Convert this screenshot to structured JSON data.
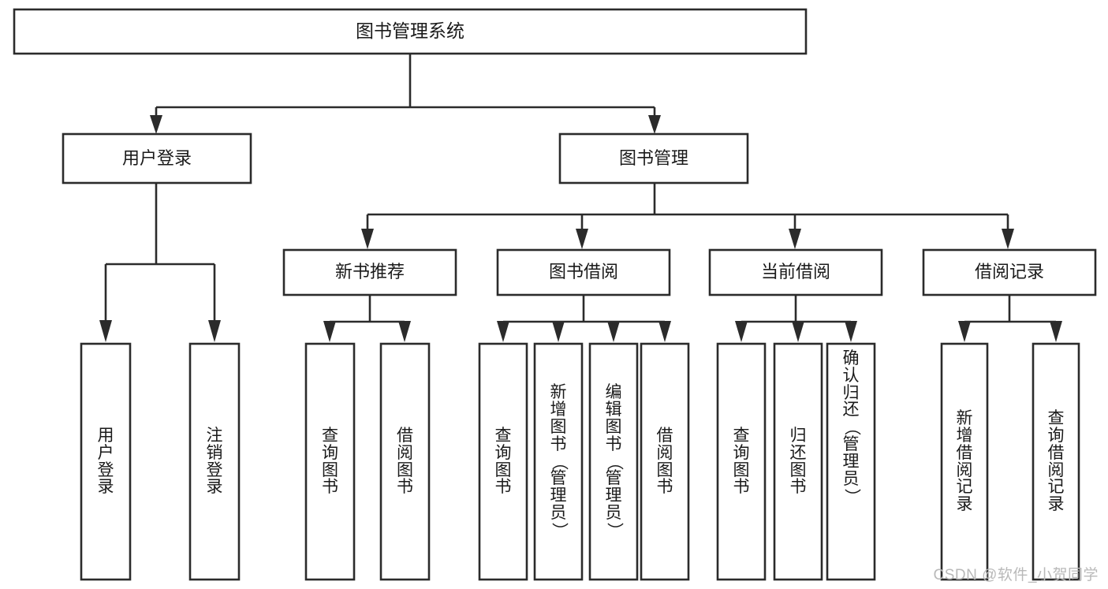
{
  "diagram": {
    "title": "图书管理系统",
    "type": "tree-hierarchy-diagram",
    "watermark": "CSDN @软件_小贺同学",
    "colors": {
      "stroke": "#2b2b2b",
      "fill": "#ffffff",
      "text": "#1a1a1a",
      "watermark": "#b9b9b9"
    },
    "levels": {
      "root": {
        "label": "图书管理系统"
      },
      "level2": [
        {
          "id": "user-login",
          "label": "用户登录"
        },
        {
          "id": "book-management",
          "label": "图书管理"
        }
      ],
      "level3": [
        {
          "id": "new-book-recommend",
          "label": "新书推荐",
          "parent": "book-management"
        },
        {
          "id": "book-borrow",
          "label": "图书借阅",
          "parent": "book-management"
        },
        {
          "id": "current-borrow",
          "label": "当前借阅",
          "parent": "book-management"
        },
        {
          "id": "borrow-record",
          "label": "借阅记录",
          "parent": "book-management"
        }
      ],
      "leaves": [
        {
          "id": "leaf-user-login",
          "label": "用户登录",
          "parent": "user-login"
        },
        {
          "id": "leaf-logout-login",
          "label": "注销登录",
          "parent": "user-login"
        },
        {
          "id": "leaf-query-book-1",
          "label": "查询图书",
          "parent": "new-book-recommend"
        },
        {
          "id": "leaf-borrow-book-1",
          "label": "借阅图书",
          "parent": "new-book-recommend"
        },
        {
          "id": "leaf-query-book-2",
          "label": "查询图书",
          "parent": "book-borrow"
        },
        {
          "id": "leaf-add-book",
          "label": "新增图书（管理员）",
          "parent": "book-borrow"
        },
        {
          "id": "leaf-edit-book",
          "label": "编辑图书（管理员）",
          "parent": "book-borrow"
        },
        {
          "id": "leaf-borrow-book-2",
          "label": "借阅图书",
          "parent": "book-borrow"
        },
        {
          "id": "leaf-query-book-3",
          "label": "查询图书",
          "parent": "current-borrow"
        },
        {
          "id": "leaf-return-book",
          "label": "归还图书",
          "parent": "current-borrow"
        },
        {
          "id": "leaf-confirm-return",
          "label": "确认归还（管理员）",
          "parent": "current-borrow"
        },
        {
          "id": "leaf-add-record",
          "label": "新增借阅记录",
          "parent": "borrow-record"
        },
        {
          "id": "leaf-query-record",
          "label": "查询借阅记录",
          "parent": "borrow-record"
        }
      ]
    }
  }
}
